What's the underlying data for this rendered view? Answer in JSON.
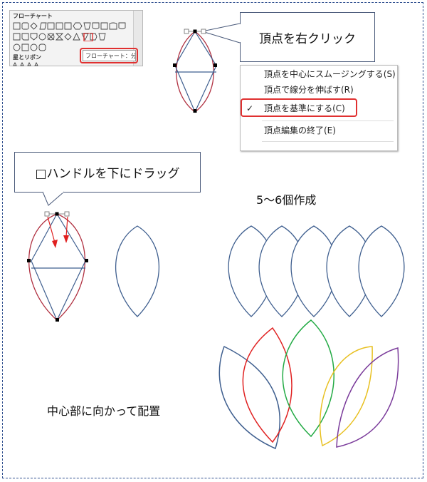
{
  "shapes_panel": {
    "flowchart_heading": "フローチャート",
    "stars_heading": "星とリボン",
    "tooltip": "フローチャート：分類"
  },
  "callouts": {
    "right_click_vertex": "頂点を右クリック",
    "drag_handle_down": "□ハンドルを下にドラッグ"
  },
  "context_menu": {
    "items": [
      {
        "label": "頂点を中心にスムージングする(S)",
        "checked": false
      },
      {
        "label": "頂点で線分を伸ばす(R)",
        "checked": false
      },
      {
        "label": "頂点を基準にする(C)",
        "checked": true
      },
      {
        "label": "頂点編集の終了(E)",
        "checked": false
      }
    ],
    "check_mark": "✓"
  },
  "captions": {
    "make_copies": "5～6個作成",
    "arrange_center": "中心部に向かって配置"
  },
  "colors": {
    "frame": "#2f4f8f",
    "shape_blue": "#3f5f8f",
    "shape_red_outline": "#b03040",
    "highlight_red": "#e03030",
    "arrow_red": "#e02020",
    "petal_red": "#e02020",
    "petal_green": "#22aa44",
    "petal_yellow": "#e8c020",
    "petal_purple": "#7a3a9a"
  }
}
